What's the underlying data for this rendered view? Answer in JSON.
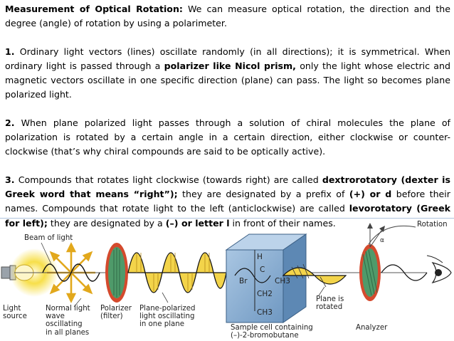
{
  "paragraphs": [
    {
      "segments": [
        {
          "t": "Measurement of Optical Rotation:",
          "b": true
        },
        {
          "t": " We can measure optical rotation, the direction and the degree (angle) of rotation by using a polarimeter.",
          "b": false
        }
      ]
    },
    {
      "segments": [
        {
          "t": "1.",
          "b": true
        },
        {
          "t": " Ordinary light vectors (lines) oscillate randomly (in all directions); it is symmetrical. When ordinary light is passed through a ",
          "b": false
        },
        {
          "t": "polarizer like Nicol prism,",
          "b": true
        },
        {
          "t": " only the light whose electric and magnetic vectors oscillate in one specific direction (plane) can pass. The light so becomes plane polarized light.",
          "b": false
        }
      ]
    },
    {
      "segments": [
        {
          "t": "2.",
          "b": true
        },
        {
          "t": " When plane polarized light passes through a solution of chiral molecules the plane of polarization is rotated by a certain angle in a certain direction, either clockwise or counter-clockwise (that’s why chiral compounds are said to be optically active).",
          "b": false
        }
      ]
    },
    {
      "segments": [
        {
          "t": "3.",
          "b": true
        },
        {
          "t": " Compounds that rotates light clockwise (towards right) are called ",
          "b": false
        },
        {
          "t": "dextrorotatory (dexter is Greek word that means “right”);",
          "b": true
        },
        {
          "t": " they are designated by a prefix of ",
          "b": false
        },
        {
          "t": "(+) or d",
          "b": true
        },
        {
          "t": " before their names. Compounds that rotate light to the left (anticlockwise) are called ",
          "b": false
        },
        {
          "t": "levorotatory (Greek for left);",
          "b": true
        },
        {
          "t": " they are designated by a ",
          "b": false
        },
        {
          "t": "(–) or letter l",
          "b": true
        },
        {
          "t": " in front of their names.",
          "b": false
        }
      ]
    }
  ],
  "diagram": {
    "labels": {
      "beam": "Beam of light",
      "rotation": "Rotation",
      "light_source": "Light\nsource",
      "normal_light": "Normal light\nwave\noscillating\nin all planes",
      "polarizer": "Polarizer\n(filter)",
      "plane_polarized": "Plane-polarized\nlight oscillating\nin one plane",
      "sample_cell": "Sample cell containing\n(–)-2-bromobutane",
      "plane_rotated": "Plane is\nrotated",
      "analyzer": "Analyzer",
      "alpha": "α"
    },
    "molecule": {
      "h": "H",
      "c": "C",
      "br": "Br",
      "ch3": "CH3",
      "ch2": "CH2",
      "ch3_bottom": "CH3"
    },
    "colors": {
      "wave": "#111111",
      "wave_fill": "#e9b428",
      "filter_green": "#4f9a6a",
      "filter_red": "#d44a2d",
      "cell_blue": "#7aa3c8",
      "glow": "#f5d93a",
      "rule": "#b0c4de"
    }
  }
}
